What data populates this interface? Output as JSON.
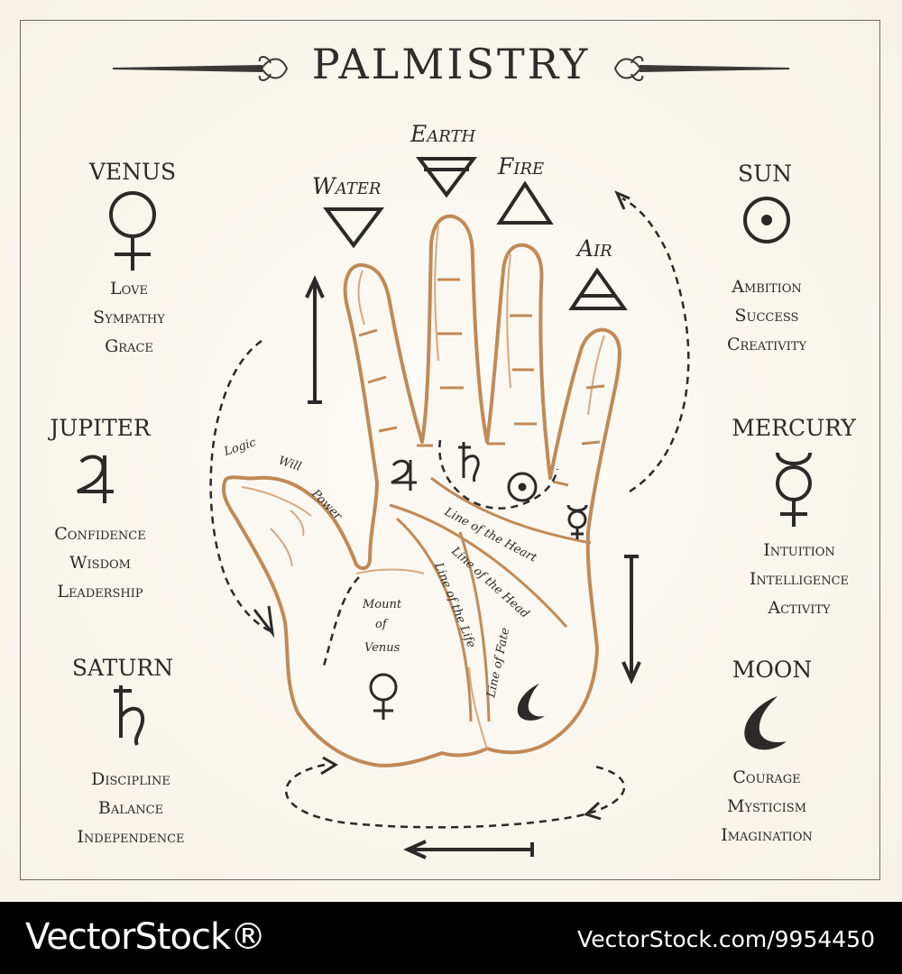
{
  "title": "PALMISTRY",
  "colors": {
    "hand_outline": "#c08a58",
    "ink": "#2b2a29",
    "background": "#f8f5ec",
    "footer": "#000000"
  },
  "planets_left": [
    {
      "name": "VENUS",
      "symbol": "venus-symbol",
      "traits": [
        "Love",
        "Sympathy",
        "Grace"
      ]
    },
    {
      "name": "JUPITER",
      "symbol": "jupiter-symbol",
      "traits": [
        "Confidence",
        "Wisdom",
        "Leadership"
      ]
    },
    {
      "name": "SATURN",
      "symbol": "saturn-symbol",
      "traits": [
        "Discipline",
        "Balance",
        "Independence"
      ]
    }
  ],
  "planets_right": [
    {
      "name": "SUN",
      "symbol": "sun-symbol",
      "traits": [
        "Ambition",
        "Success",
        "Creativity"
      ]
    },
    {
      "name": "MERCURY",
      "symbol": "mercury-symbol",
      "traits": [
        "Intuition",
        "Intelligence",
        "Activity"
      ]
    },
    {
      "name": "MOON",
      "symbol": "moon-symbol",
      "traits": [
        "Courage",
        "Mysticism",
        "Imagination"
      ]
    }
  ],
  "elements": {
    "earth": "Earth",
    "water": "Water",
    "fire": "Fire",
    "air": "Air"
  },
  "hand_labels": {
    "logic": "Logic",
    "will": "Will",
    "power": "Power",
    "mount_of": "Mount",
    "of": "of",
    "venus": "Venus",
    "heart": "Line of the Heart",
    "head": "Line of the Head",
    "life": "Line of the Life",
    "fate": "Line of Fate"
  },
  "watermark": {
    "left": "VectorStock®",
    "right": "VectorStock.com/9954450"
  }
}
